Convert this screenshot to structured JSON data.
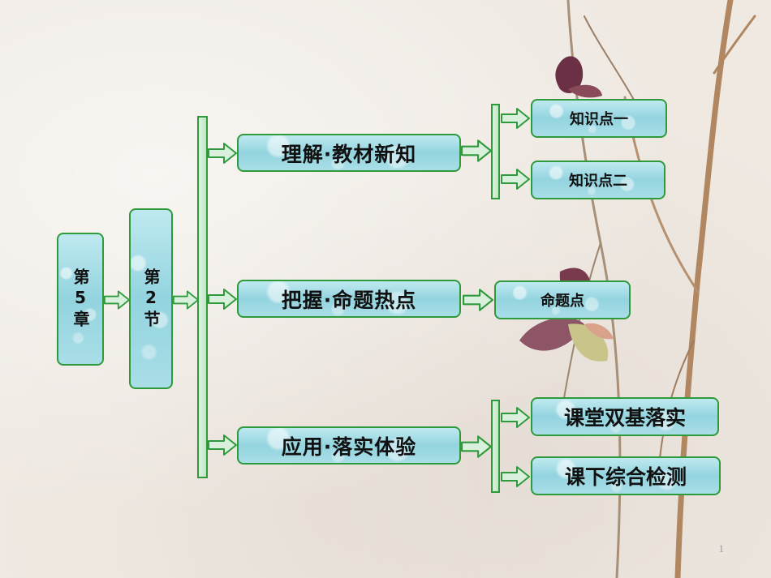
{
  "root": {
    "chapter": "第5章",
    "section": "第2节"
  },
  "level2": [
    {
      "label": "理解·教材新知",
      "children": [
        "知识点一",
        "知识点二"
      ]
    },
    {
      "label": "把握·命题热点",
      "children": [
        "命题点"
      ]
    },
    {
      "label": "应用·落实体验",
      "children": [
        "课堂双基落实",
        "课下综合检测"
      ]
    }
  ],
  "page_number": "1",
  "colors": {
    "border": "#2f9a3c",
    "box_fill": "#a9dee7",
    "arrow_fill": "#d9f0dc"
  }
}
